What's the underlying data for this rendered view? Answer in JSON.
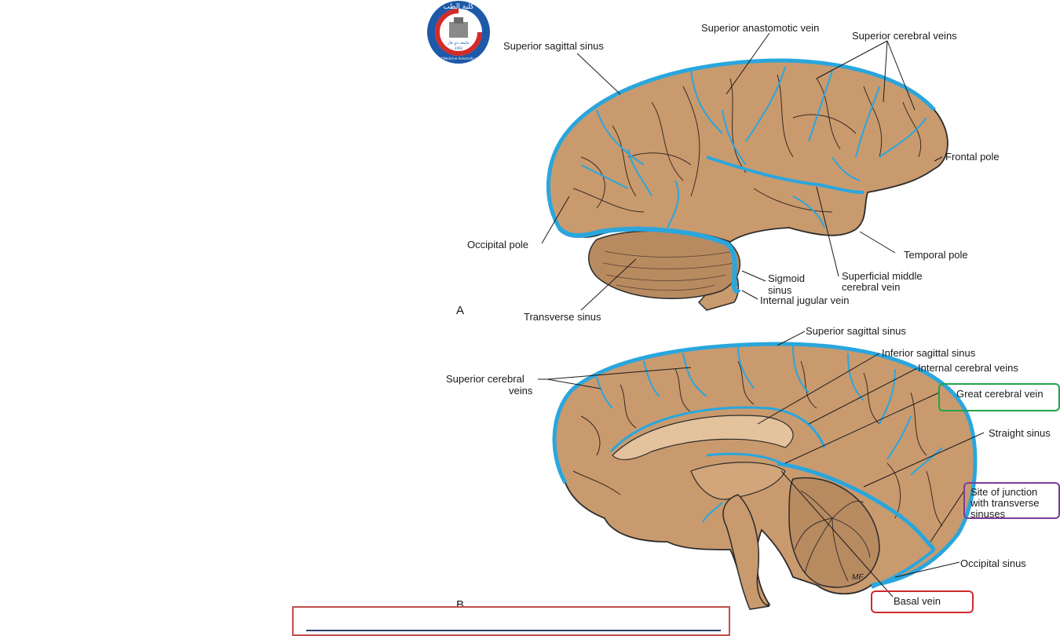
{
  "logo": {
    "arabic_text": "كلية الطب",
    "ring_text": "College of Medicine University of Thi-Qar",
    "university_arabic": "جامعة ذي قار",
    "year": "2002"
  },
  "panel_a": {
    "letter": "A",
    "labels": {
      "superior_anastomotic_vein": "Superior anastomotic vein",
      "superior_cerebral_veins": "Superior cerebral veins",
      "superior_sagittal_sinus": "Superior sagittal sinus",
      "frontal_pole": "Frontal pole",
      "occipital_pole": "Occipital pole",
      "temporal_pole": "Temporal pole",
      "sigmoid_sinus_1": "Sigmoid",
      "sigmoid_sinus_2": "sinus",
      "superficial_middle_1": "Superficial middle",
      "superficial_middle_2": "cerebral vein",
      "internal_jugular_vein": "Internal jugular vein",
      "transverse_sinus": "Transverse sinus"
    }
  },
  "panel_b": {
    "letter": "B",
    "labels": {
      "superior_sagittal_sinus": "Superior sagittal sinus",
      "inferior_sagittal_sinus": "Inferior sagittal sinus",
      "internal_cerebral_veins": "Internal cerebral veins",
      "superior_cerebral_1": "Superior cerebral",
      "superior_cerebral_2": "veins",
      "great_cerebral_vein": "Great cerebral vein",
      "straight_sinus": "Straight sinus",
      "site_of_junction_1": "Site of junction",
      "site_of_junction_2": "with transverse",
      "site_of_junction_3": "sinuses",
      "occipital_sinus": "Occipital sinus",
      "basal_vein": "Basal vein",
      "artist_mark": "MF"
    }
  },
  "colors": {
    "brain": "#c99a6e",
    "vessel": "#2aa6dd",
    "outline": "#2b2b2b",
    "green_box": "#22a34a",
    "purple_box": "#7a3d9a",
    "red_box": "#d02a2a",
    "bottom_box": "#c0504d",
    "bottom_line": "#2a3f6d"
  }
}
